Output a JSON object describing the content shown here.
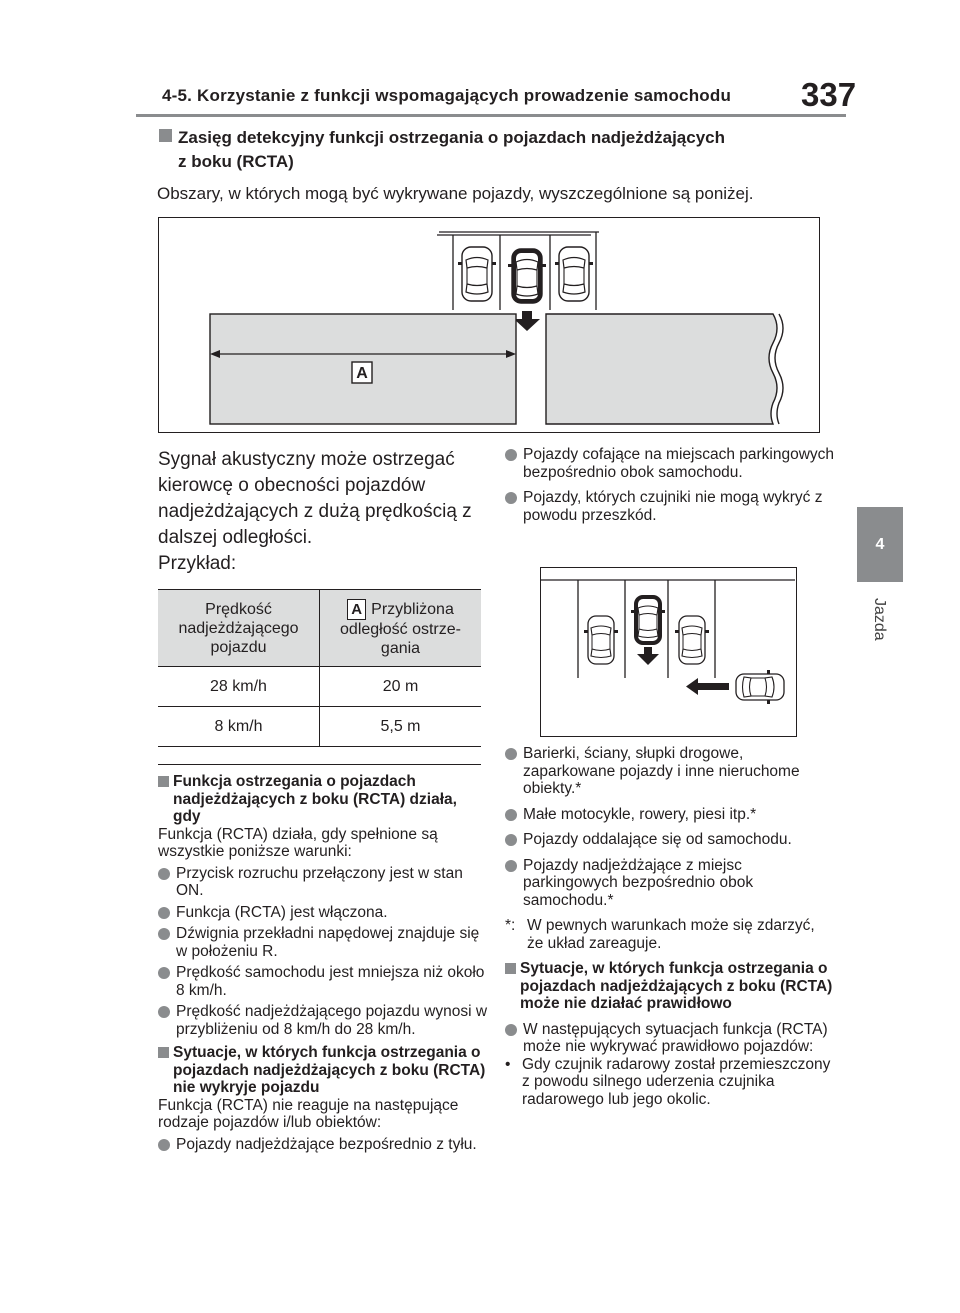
{
  "header": {
    "title": "4-5. Korzystanie z funkcji wspomagających prowadzenie samochodu",
    "page_number": "337"
  },
  "side_tab": {
    "number": "4",
    "label": "Jazda"
  },
  "section": {
    "title_line1": "Zasięg detekcyjny funkcji ostrzegania o pojazdach nadjeżdżających",
    "title_line2": "z boku (RCTA)",
    "intro": "Obszary, w których mogą być wykrywane pojazdy, wyszczególnione są poniżej."
  },
  "figure1": {
    "label": "A"
  },
  "lead_text": "Sygnał akustyczny może ostrzegać kierowcę o obecności pojazdów nadjeżdżających z dużą prędkością z dalszej odległości.",
  "example_label": "Przykład:",
  "table": {
    "col1_header": "Prędkość nadjeżdżającego pojazdu",
    "col2_badge": "A",
    "col2_header": "Przybliżona odległość ostrze- gania",
    "rows": [
      {
        "speed": "28 km/h",
        "distance": "20 m"
      },
      {
        "speed": "8 km/h",
        "distance": "5,5 m"
      }
    ]
  },
  "left": {
    "heading1": "Funkcja ostrzegania o pojazdach nadjeżdżających z boku (RCTA) działa, gdy",
    "para1": "Funkcja (RCTA) działa, gdy spełnione są wszystkie poniższe warunki:",
    "bullets1": [
      "Przycisk rozruchu przełączony jest w stan ON.",
      "Funkcja (RCTA) jest włączona.",
      "Dźwignia przekładni napędowej znajduje się w położeniu R.",
      "Prędkość samochodu jest mniejsza niż około 8 km/h.",
      "Prędkość nadjeżdżającego pojazdu wynosi w przybliżeniu od 8 km/h do 28 km/h."
    ],
    "heading2": "Sytuacje, w których funkcja ostrzegania o pojazdach nadjeżdżających z boku (RCTA) nie wykryje pojazdu",
    "para2": "Funkcja (RCTA) nie reaguje na następujące rodzaje pojazdów i/lub obiektów:",
    "bullets2": [
      "Pojazdy nadjeżdżające bezpośrednio z tyłu."
    ]
  },
  "right": {
    "bullets_top": [
      "Pojazdy cofające na miejscach parkingowych bezpośrednio obok samochodu.",
      "Pojazdy, których czujniki nie mogą wykryć z powodu przeszkód."
    ],
    "bullets_mid": [
      "Barierki, ściany, słupki drogowe, zaparkowane pojazdy i inne nieruchome obiekty.*",
      "Małe motocykle, rowery, piesi itp.*",
      "Pojazdy oddalające się od samochodu.",
      "Pojazdy nadjeżdżające z miejsc parkingowych bezpośrednio obok samochodu.*"
    ],
    "note_key": "*:",
    "note_text": "W pewnych warunkach może się zdarzyć, że układ zareaguje.",
    "heading3": "Sytuacje, w których funkcja ostrzegania o pojazdach nadjeżdżających z boku (RCTA) może nie działać prawidłowo",
    "bullets3": [
      "W następujących sytuacjach funkcja (RCTA) może nie wykrywać prawidłowo pojazdów:"
    ],
    "dash_key": "•",
    "dash_text": "Gdy czujnik radarowy został przemieszczony z powodu silnego uderzenia czujnika radarowego lub jego okolic."
  }
}
